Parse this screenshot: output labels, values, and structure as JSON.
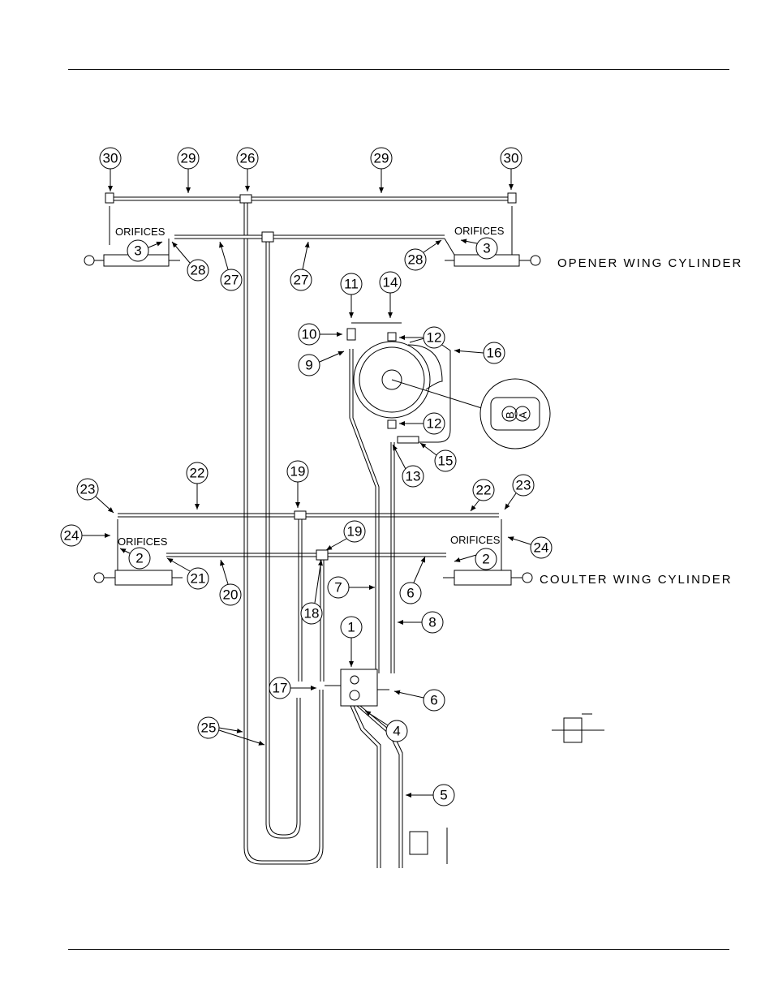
{
  "labels": {
    "opener": "OPENER WING CYLINDER",
    "coulter": "COULTER WING CYLINDER",
    "orifices": "ORIFICES",
    "port_b": "B",
    "port_a": "A"
  },
  "callouts": [
    "30",
    "29",
    "26",
    "29",
    "30",
    "3",
    "28",
    "27",
    "27",
    "28",
    "3",
    "11",
    "14",
    "10",
    "12",
    "9",
    "16",
    "12",
    "13",
    "15",
    "22",
    "19",
    "22",
    "23",
    "23",
    "24",
    "24",
    "2",
    "21",
    "20",
    "19",
    "2",
    "6",
    "7",
    "8",
    "18",
    "1",
    "17",
    "6",
    "4",
    "25",
    "5"
  ]
}
